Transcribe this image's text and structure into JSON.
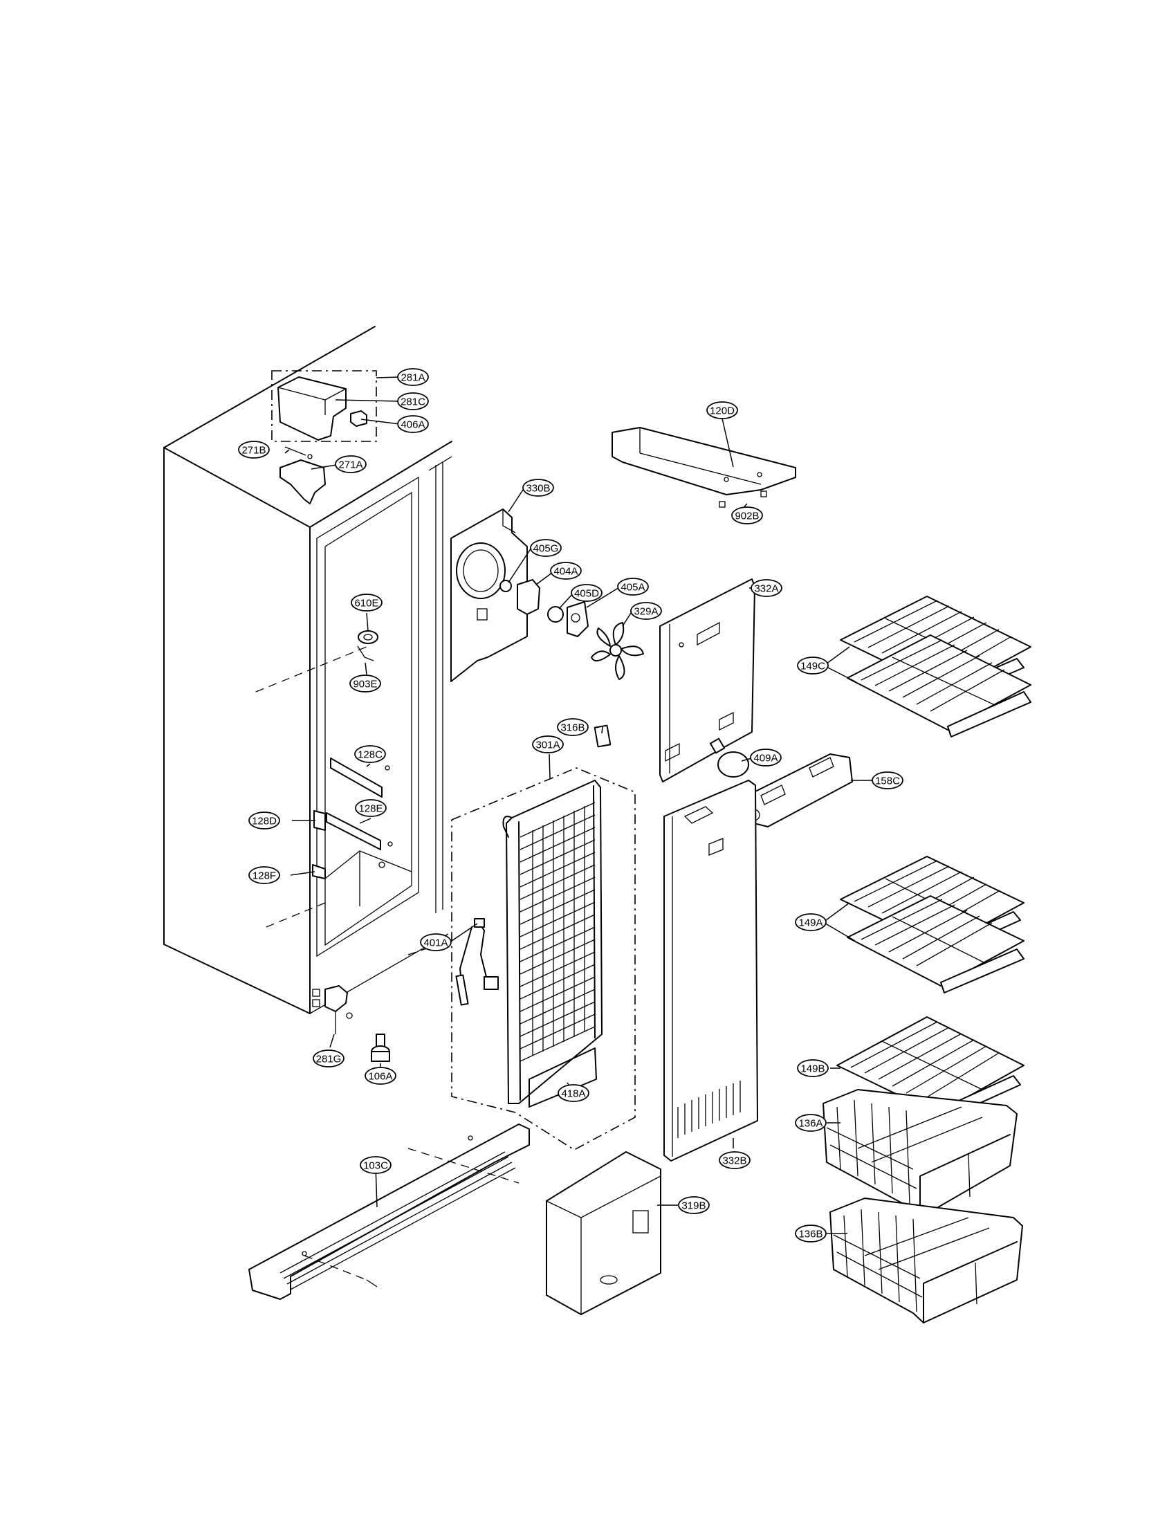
{
  "callouts": [
    {
      "id": "281A",
      "label": "281A"
    },
    {
      "id": "281C",
      "label": "281C"
    },
    {
      "id": "406A",
      "label": "406A"
    },
    {
      "id": "271B",
      "label": "271B"
    },
    {
      "id": "271A",
      "label": "271A"
    },
    {
      "id": "120D",
      "label": "120D"
    },
    {
      "id": "902B",
      "label": "902B"
    },
    {
      "id": "330B",
      "label": "330B"
    },
    {
      "id": "405G",
      "label": "405G"
    },
    {
      "id": "404A",
      "label": "404A"
    },
    {
      "id": "405D",
      "label": "405D"
    },
    {
      "id": "405A",
      "label": "405A"
    },
    {
      "id": "332A",
      "label": "332A"
    },
    {
      "id": "329A",
      "label": "329A"
    },
    {
      "id": "610E",
      "label": "610E"
    },
    {
      "id": "903E",
      "label": "903E"
    },
    {
      "id": "149C",
      "label": "149C"
    },
    {
      "id": "316B",
      "label": "316B"
    },
    {
      "id": "301A",
      "label": "301A"
    },
    {
      "id": "128C",
      "label": "128C"
    },
    {
      "id": "128D",
      "label": "128D"
    },
    {
      "id": "128E",
      "label": "128E"
    },
    {
      "id": "409A",
      "label": "409A"
    },
    {
      "id": "158C",
      "label": "158C"
    },
    {
      "id": "128F",
      "label": "128F"
    },
    {
      "id": "149A",
      "label": "149A"
    },
    {
      "id": "401A",
      "label": "401A"
    },
    {
      "id": "281G",
      "label": "281G"
    },
    {
      "id": "106A",
      "label": "106A"
    },
    {
      "id": "418A",
      "label": "418A"
    },
    {
      "id": "149B",
      "label": "149B"
    },
    {
      "id": "136A",
      "label": "136A"
    },
    {
      "id": "332B",
      "label": "332B"
    },
    {
      "id": "103C",
      "label": "103C"
    },
    {
      "id": "319B",
      "label": "319B"
    },
    {
      "id": "136B",
      "label": "136B"
    }
  ]
}
